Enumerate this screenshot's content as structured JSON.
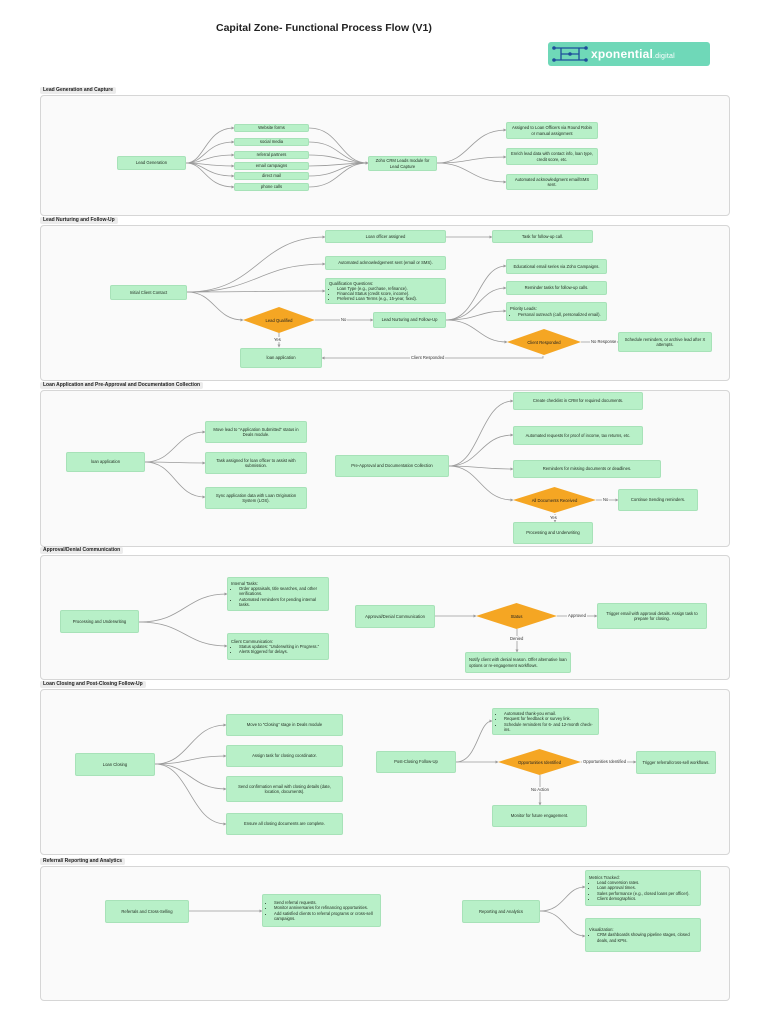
{
  "title": "Capital Zone- Functional Process Flow (V1)",
  "logo": {
    "text": "xponential",
    "suffix": ".digital",
    "color": "#6fd8b8"
  },
  "colors": {
    "node": "#b8f0c8",
    "decision": "#f5a623",
    "panel": "#fafafa",
    "line": "#9a9a9a"
  },
  "sections": {
    "s1": "Lead Generation and Capture",
    "s2": "Lead Nurturing and Follow-Up",
    "s3": "Loan Application and Pre-Approval and Documentation Collection",
    "s4": "Approval/Denial Communication",
    "s5": "Loan Closing and Post-Closing Follow-Up",
    "s6": "Referral/ Reporting and Analytics"
  },
  "lead_gen": {
    "lead_generation": "Lead Generation",
    "website_forms": "Website forms",
    "social_media": "social media",
    "referral_partners": "referral partners",
    "email_campaigns": "email campaigns",
    "direct_mail": "direct mail",
    "phone_calls": "phone calls",
    "zoho_crm": "Zoho CRM Leads module for Lead Capture",
    "assigned": "Assigned to Loan Officers via Round Robin or manual assignment",
    "enrich": "Enrich lead data with contact info, loan type, credit score, etc.",
    "ack": "Automated acknowledgment email/SMS sent."
  },
  "nurture": {
    "initial_contact": "Initial Client Contact",
    "loan_officer_assigned": "Loan officer assigned",
    "task_followup": "Task for follow-up call.",
    "auto_ack": "Automated acknowledgement sent (email or SMS).",
    "qual_title": "Qualification Questions:",
    "qual_items": [
      "Loan Type (e.g., purchase, refinance).",
      "Financial Status (credit score, income).",
      "Preferred Loan Terms (e.g., 15-year, fixed)."
    ],
    "lead_qualified": "Lead Qualified",
    "no": "No",
    "yes": "Yes",
    "nurturing": "Lead Nurturing and Follow-Up",
    "edu_email": "Educational email series via Zoho Campaigns.",
    "reminder_tasks": "Reminder tasks for follow-up calls.",
    "priority_title": "Priority Leads:",
    "priority_items": [
      "Personal outreach (call, personalized email)."
    ],
    "client_responded": "Client Responded",
    "no_response": "No Response",
    "schedule_reminders": "Schedule reminders, or archive lead after X attempts.",
    "loan_application": "loan application",
    "client_responded_label": "Client Responded"
  },
  "loan_app": {
    "loan_application": "loan application",
    "move_lead": "Move lead to “Application Submitted” status in Deals module.",
    "task_assigned": "Task assigned for loan officer to assist with submission.",
    "sync": "Sync application data with Loan Origination System (LOS).",
    "preapproval": "Pre-Approval and Documentation Collection",
    "checklist": "Create checklist in CRM for required documents.",
    "auto_requests": "Automated requests for proof of income, tax returns, etc.",
    "reminders_missing": "Reminders for missing documents or deadlines.",
    "all_docs": "All Documents Received",
    "no": "No",
    "yes": "Yes",
    "continue_reminders": "Continue Sending reminders.",
    "processing": "Processing and Underwriting"
  },
  "approval": {
    "processing": "Processing and Underwriting",
    "internal_title": "Internal Tasks:",
    "internal_items": [
      "Order appraisals, title searches, and other verifications.",
      "Automated reminders for pending internal tasks."
    ],
    "client_comm_title": "Client Communication:",
    "client_comm_items": [
      "Status updates: “Underwriting in Progress.”",
      "Alerts triggered for delays."
    ],
    "approval_denial": "Approval/Denial Communication",
    "status": "Status",
    "approved": "Approved",
    "denied": "Denied",
    "trigger_approval": "Trigger email with approval details. Assign task to prepare for closing.",
    "notify_denial": "Notify client with denial reason. Offer alternative loan options or re-engagement workflows."
  },
  "closing": {
    "loan_closing": "Loan Closing",
    "move_closing": "Move to “Closing” stage in Deals module",
    "assign_task": "Assign task for closing coordinator.",
    "send_confirmation": "Send confirmation email with closing details (date, location, documents).",
    "ensure_docs": "Ensure all closing documents are complete.",
    "post_closing": "Post-Closing Follow-Up",
    "post_items": [
      "Automated thank-you email.",
      "Request for feedback or survey link.",
      "Schedule reminders for 6- and 12-month check-ins."
    ],
    "opportunities": "Opportunities Identified",
    "opp_identified": "Opportunities Identified",
    "no_action": "No Action",
    "trigger_referral": "Trigger referral/cross-sell workflows.",
    "monitor": "Monitor for future engagement."
  },
  "referral": {
    "referrals": "Referrals and Cross-Selling",
    "ref_items": [
      "Send referral requests.",
      "Monitor anniversaries for refinancing opportunities.",
      "Add satisfied clients to referral programs or cross-sell campaigns."
    ],
    "reporting": "Reporting and Analytics",
    "metrics_title": "Metrics Tracked:",
    "metrics_items": [
      "Lead conversion rates.",
      "Loan approval times.",
      "Sales performance (e.g., closed loans per officer).",
      "Client demographics."
    ],
    "visual_title": "Visualization:",
    "visual_items": [
      "CRM dashboards showing pipeline stages, closed deals, and KPIs."
    ]
  }
}
